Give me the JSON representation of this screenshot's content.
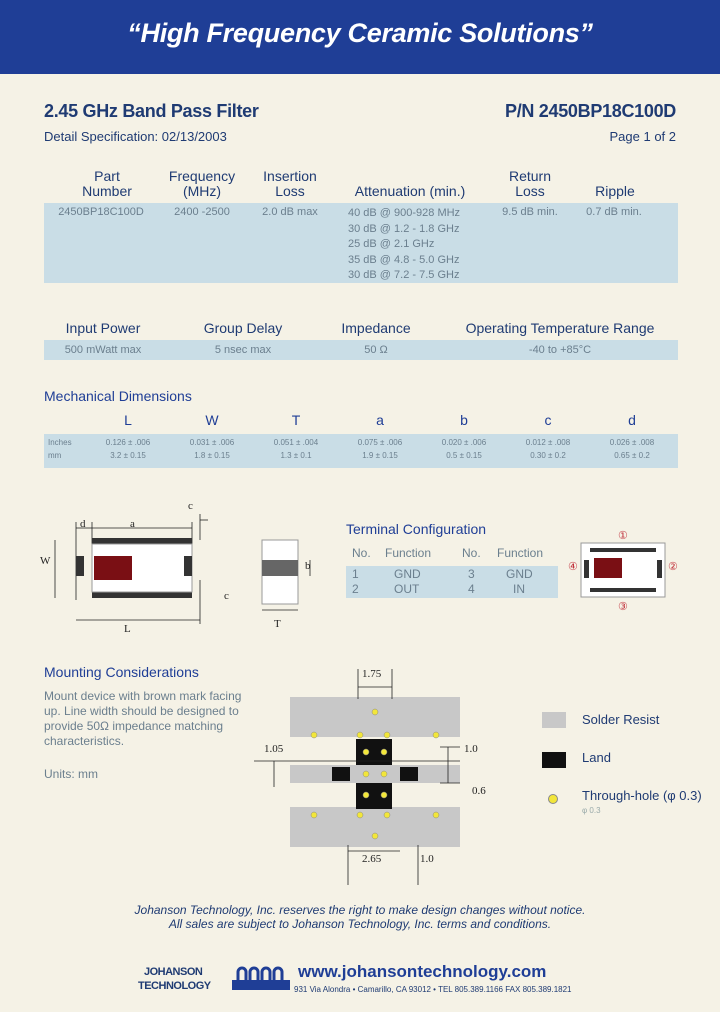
{
  "banner": {
    "title": "“High Frequency Ceramic Solutions”"
  },
  "product": {
    "title": "2.45 GHz Band Pass Filter",
    "part_number": "P/N 2450BP18C100D",
    "spec_date": "Detail Specification: 02/13/2003",
    "page": "Page 1 of 2"
  },
  "spec_table": {
    "headers": {
      "part": "Part\nNumber",
      "frequency": "Frequency\n(MHz)",
      "insertion": "Insertion\nLoss",
      "attenuation": "Attenuation (min.)",
      "return": "Return\nLoss",
      "ripple": "Ripple"
    },
    "row": {
      "part": "2450BP18C100D",
      "frequency": "2400 -2500",
      "insertion": "2.0 dB max",
      "attenuation": [
        "40 dB @ 900-928 MHz",
        "30 dB @ 1.2 - 1.8 GHz",
        "25 dB @ 2.1 GHz",
        "35 dB @ 4.8 - 5.0 GHz",
        "30 dB @ 7.2 - 7.5 GHz"
      ],
      "return": "9.5 dB min.",
      "ripple": "0.7 dB min."
    }
  },
  "power_table": {
    "headers": [
      "Input Power",
      "Group Delay",
      "Impedance",
      "Operating Temperature Range"
    ],
    "values": [
      "500 mWatt max",
      "5 nsec max",
      "50 Ω",
      "-40 to +85°C"
    ]
  },
  "mechanical": {
    "title": "Mechanical Dimensions",
    "columns": [
      "L",
      "W",
      "T",
      "a",
      "b",
      "c",
      "d"
    ],
    "rows": [
      {
        "unit": "Inches",
        "values": [
          "0.126 ± .006",
          "0.031 ± .006",
          "0.051 ± .004",
          "0.075 ± .006",
          "0.020 ± .006",
          "0.012 ± .008",
          "0.026 ± .008"
        ]
      },
      {
        "unit": "mm",
        "values": [
          "3.2 ± 0.15",
          "1.8 ± 0.15",
          "1.3 ± 0.1",
          "1.9 ± 0.15",
          "0.5 ± 0.15",
          "0.30 ± 0.2",
          "0.65 ± 0.2"
        ]
      }
    ]
  },
  "drawing_labels": {
    "d": "d",
    "a": "a",
    "c_top": "c",
    "W": "W",
    "b": "b",
    "c_side": "c",
    "L": "L",
    "T": "T"
  },
  "terminal": {
    "title": "Terminal Configuration",
    "headers": [
      "No.",
      "Function",
      "No.",
      "Function"
    ],
    "rows": [
      [
        "1",
        "GND",
        "3",
        "GND"
      ],
      [
        "2",
        "OUT",
        "4",
        "IN"
      ]
    ],
    "pin_labels": [
      "①",
      "②",
      "③",
      "④"
    ]
  },
  "mounting": {
    "title": "Mounting Considerations",
    "text": "Mount device with brown mark facing up. Line width should be designed to provide 50Ω impedance matching characteristics.",
    "units": "Units: mm",
    "dims": {
      "top": "1.75",
      "left": "1.05",
      "right_top": "1.0",
      "right_bottom": "0.6",
      "bottom_a": "2.65",
      "bottom_b": "1.0"
    },
    "legend": [
      {
        "label": "Solder Resist",
        "color": "#c8c8c8"
      },
      {
        "label": "Land",
        "color": "#111111"
      },
      {
        "label": "Through-hole (φ 0.3)",
        "color": "#f2e63a"
      }
    ],
    "legend_note": "φ 0.3"
  },
  "footer": {
    "line1": "Johanson Technology, Inc. reserves the right to make design changes without notice.",
    "line2": "All sales are subject to Johanson Technology, Inc. terms and conditions.",
    "logo_top": "JOHANSON",
    "logo_bottom": "TECHNOLOGY",
    "url": "www.johansontechnology.com",
    "address": "931 Via Alondra • Camarillo, CA 93012 • TEL 805.389.1166  FAX 805.389.1821"
  },
  "colors": {
    "banner": "#1f3e96",
    "band": "#c9dde6",
    "chip_mark": "#7a0f14",
    "background": "#f5f2e6"
  }
}
